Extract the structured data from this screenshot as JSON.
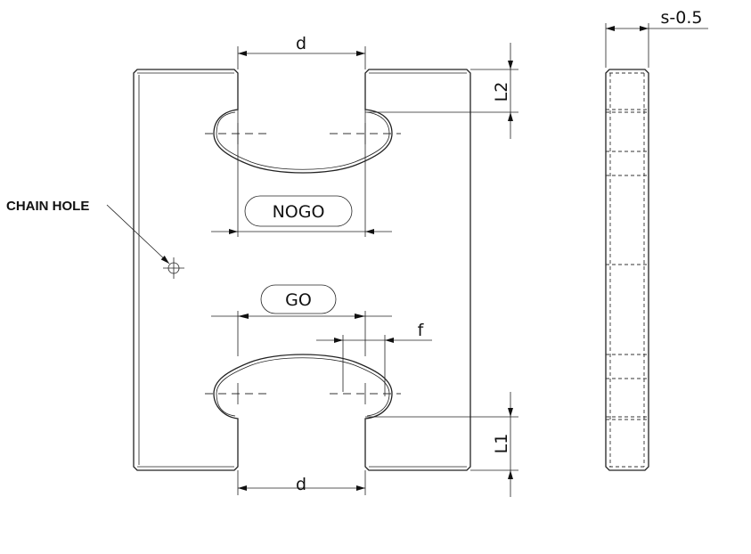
{
  "drawing": {
    "labels": {
      "d_top": "d",
      "d_bottom": "d",
      "L2": "L2",
      "L1": "L1",
      "f": "f",
      "thickness": "s-0.5",
      "nogo": "NOGO",
      "go": "GO",
      "chain_hole": "CHAIN HOLE"
    }
  }
}
